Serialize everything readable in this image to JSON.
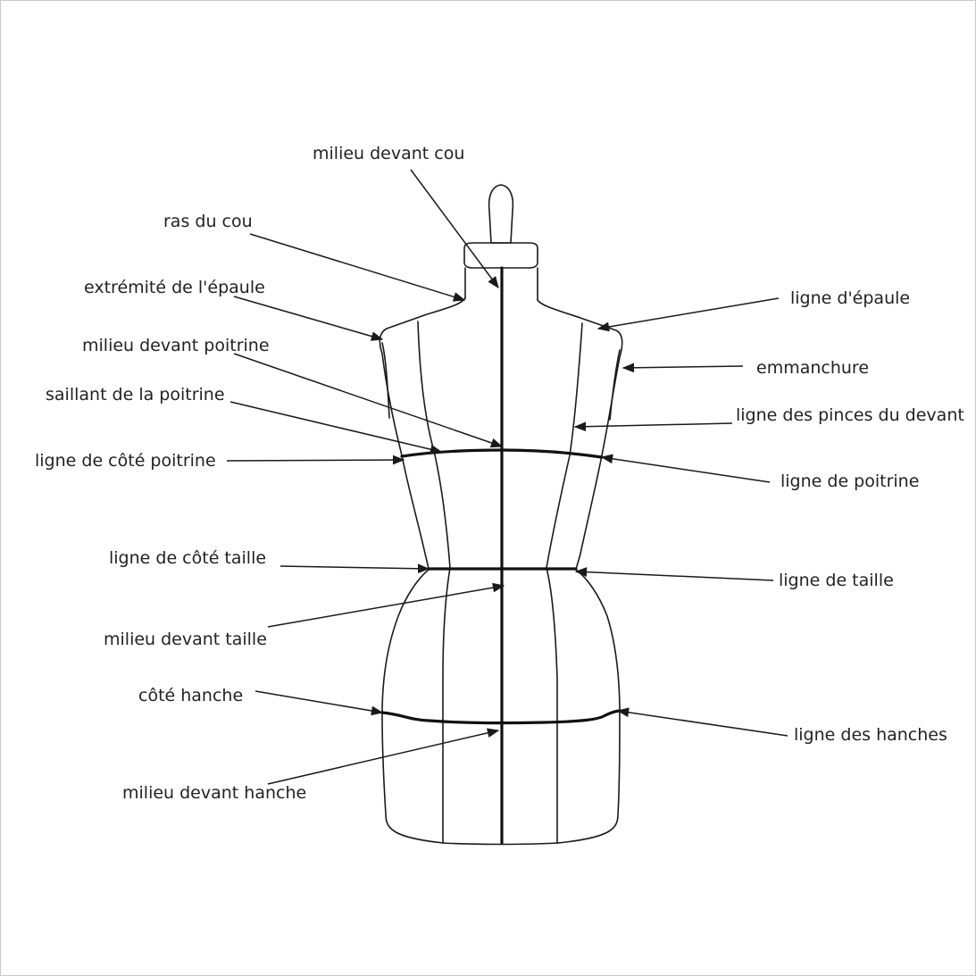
{
  "diagram": {
    "colors": {
      "line": "#1a1a1a",
      "text": "#222222",
      "background": "#ffffff",
      "border": "#c8c8c8"
    },
    "labels": {
      "milieu_devant_cou": "milieu devant cou",
      "ras_du_cou": "ras du cou",
      "extremite_epaule": "extrémité de l'épaule",
      "milieu_devant_poitrine": "milieu devant poitrine",
      "saillant_poitrine": "saillant de la poitrine",
      "ligne_cote_poitrine": "ligne de côté poitrine",
      "ligne_cote_taille": "ligne de côté taille",
      "milieu_devant_taille": "milieu devant taille",
      "cote_hanche": "côté hanche",
      "milieu_devant_hanche": "milieu devant hanche",
      "ligne_epaule": "ligne d'épaule",
      "emmanchure": "emmanchure",
      "ligne_pinces_devant": "ligne des pinces du devant",
      "ligne_poitrine": "ligne de poitrine",
      "ligne_taille": "ligne de taille",
      "ligne_hanches": "ligne des hanches"
    }
  }
}
